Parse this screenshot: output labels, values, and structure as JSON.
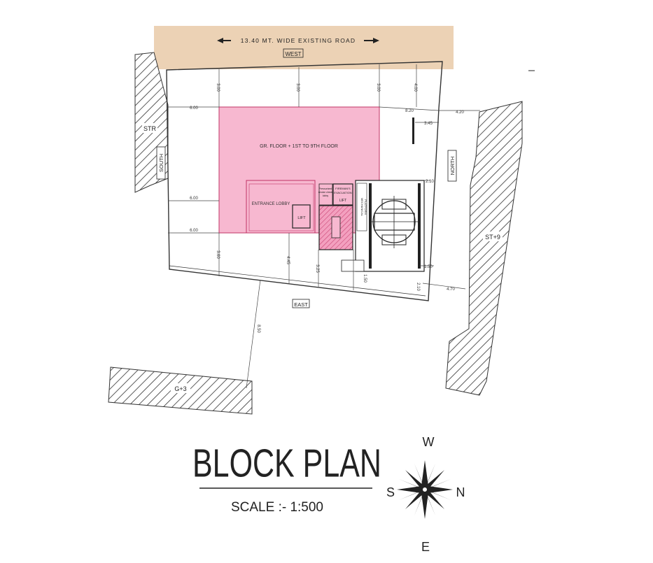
{
  "road": {
    "label": "13.40  MT.  WIDE  EXISTING  ROAD",
    "side_label": "WEST"
  },
  "sides": {
    "east": "EAST",
    "north": "NORTH",
    "south": "SOUTH"
  },
  "neighbours": {
    "left_top": "STR",
    "right": "ST+9",
    "bottom": "G+3"
  },
  "building": {
    "main": "GR. FLOOR + 1ST TO 9TH FLOOR",
    "entrance": "ENTRANCE LOBBY",
    "lift": "LIFT",
    "firemans_lift": "LIFT",
    "firemans_label_1": "FIREMAN'S",
    "firemans_label_2": "EVACUATION",
    "pressurized_1": "Pressurized",
    "pressurized_2": "smoke check",
    "pressurized_3": "lobby",
    "platform_1": "MECHANICAL",
    "platform_2": "PLATFORM"
  },
  "dimensions": {
    "d300a": "3.00",
    "d300b": "3.00",
    "d300c": "3.00",
    "d400": "4.00",
    "d600a": "6.00",
    "d600b": "6.00",
    "d600c": "6.00",
    "d820": "8.20",
    "d420": "4.20",
    "d345": "3.45",
    "d210a": "2.10",
    "d360": "3.60",
    "d445": "4.45",
    "d325": "3.25",
    "d150a": "1.50",
    "d150b": "1.50",
    "d210b": "2.10",
    "d470": "4.70",
    "d850": "8.50"
  },
  "title": {
    "main": "BLOCK PLAN",
    "scale": "SCALE :- 1:500"
  },
  "compass": {
    "w": "W",
    "e": "E",
    "s": "S",
    "n": "N"
  },
  "colors": {
    "road": "#ecd2b5",
    "building": "#f7b8d0",
    "stair": "#e0618e",
    "line": "#222222"
  }
}
